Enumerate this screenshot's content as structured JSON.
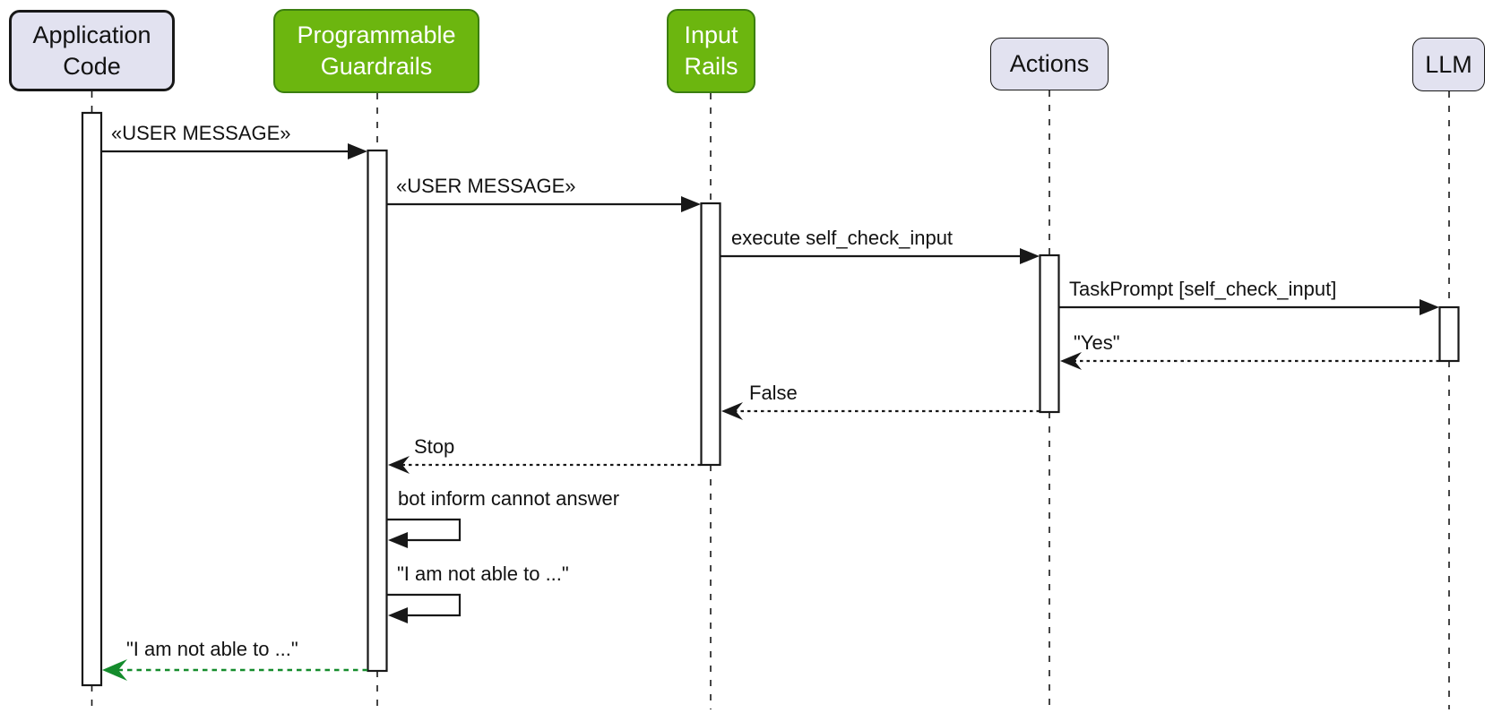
{
  "diagram": {
    "type": "uml-sequence",
    "participants": [
      {
        "id": "application-code",
        "label": "Application\nCode",
        "variant": "lavender"
      },
      {
        "id": "programmable-guardrails",
        "label": "Programmable\nGuardrails",
        "variant": "green"
      },
      {
        "id": "input-rails",
        "label": "Input\nRails",
        "variant": "green"
      },
      {
        "id": "actions",
        "label": "Actions",
        "variant": "lavender"
      },
      {
        "id": "llm",
        "label": "LLM",
        "variant": "lavender"
      }
    ],
    "messages": [
      {
        "label": "«USER MESSAGE»",
        "from": "Application Code",
        "to": "Programmable Guardrails",
        "line": "solid"
      },
      {
        "label": "«USER MESSAGE»",
        "from": "Programmable Guardrails",
        "to": "Input Rails",
        "line": "solid"
      },
      {
        "label": "execute self_check_input",
        "from": "Input Rails",
        "to": "Actions",
        "line": "solid"
      },
      {
        "label": "TaskPrompt [self_check_input]",
        "from": "Actions",
        "to": "LLM",
        "line": "solid"
      },
      {
        "label": "\"Yes\"",
        "from": "LLM",
        "to": "Actions",
        "line": "dotted-return"
      },
      {
        "label": "False",
        "from": "Actions",
        "to": "Input Rails",
        "line": "dotted-return"
      },
      {
        "label": "Stop",
        "from": "Input Rails",
        "to": "Programmable Guardrails",
        "line": "dotted-return"
      },
      {
        "label": "bot inform cannot answer",
        "from": "Programmable Guardrails",
        "to": "Programmable Guardrails",
        "line": "solid-self"
      },
      {
        "label": "\"I am not able to ...\"",
        "from": "Programmable Guardrails",
        "to": "Programmable Guardrails",
        "line": "solid-self"
      },
      {
        "label": "\"I am not able to ...\"",
        "from": "Programmable Guardrails",
        "to": "Application Code",
        "line": "dotted-return-green"
      }
    ]
  },
  "colors": {
    "participant_fill": "#E2E2F0",
    "participant_border": "#181818",
    "green_fill": "#6CB60F",
    "green_border": "#3B7E10",
    "text_dark": "#121212",
    "text_light": "#FFFFFF",
    "line": "#181818",
    "return_green": "#148C2C",
    "background": "#FFFFFF"
  }
}
